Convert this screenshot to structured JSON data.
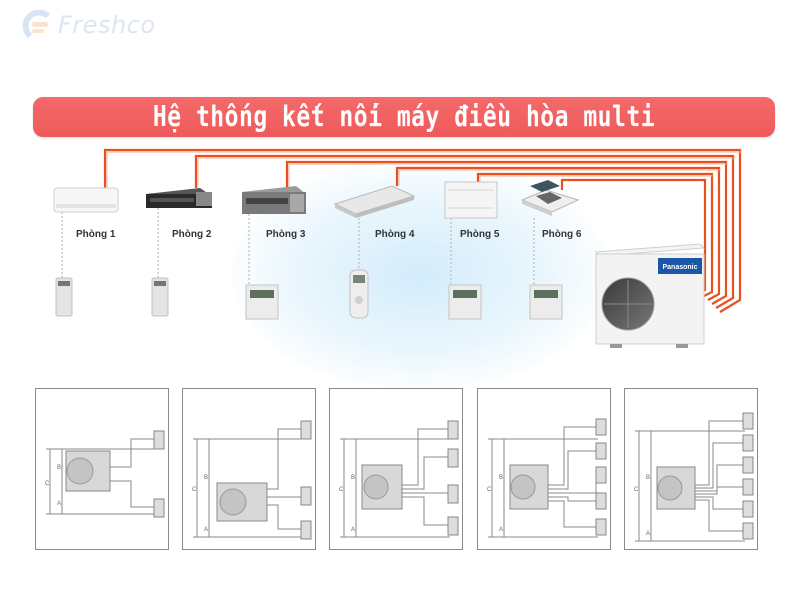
{
  "brand": {
    "name": "Freshco",
    "icon": "freshco-logo-icon"
  },
  "banner": {
    "title": "Hệ thống kết nối máy điều hòa multi",
    "color": "#ef5a5b"
  },
  "indoor_units": [
    {
      "label": "Phòng 1",
      "type": "wall-mounted",
      "controller": "wireless-remote"
    },
    {
      "label": "Phòng 2",
      "type": "ducted-slim",
      "controller": "wireless-remote"
    },
    {
      "label": "Phòng 3",
      "type": "ducted",
      "controller": "wired-controller"
    },
    {
      "label": "Phòng 4",
      "type": "ceiling-suspended",
      "controller": "wireless-remote"
    },
    {
      "label": "Phòng 5",
      "type": "floor-console",
      "controller": "wired-controller"
    },
    {
      "label": "Phòng 6",
      "type": "cassette",
      "controller": "wired-controller"
    }
  ],
  "outdoor_unit": {
    "brand_label": "Panasonic",
    "pipe_color": "#e8501f"
  },
  "layout_diagrams": [
    {
      "indoor_count": 2,
      "dimension_labels": [
        "A",
        "B",
        "C"
      ]
    },
    {
      "indoor_count": 3,
      "dimension_labels": [
        "A",
        "B",
        "C"
      ]
    },
    {
      "indoor_count": 4,
      "dimension_labels": [
        "A",
        "B",
        "C"
      ]
    },
    {
      "indoor_count": 5,
      "dimension_labels": [
        "A",
        "B",
        "C"
      ]
    },
    {
      "indoor_count": 6,
      "dimension_labels": [
        "A",
        "B",
        "C"
      ]
    }
  ]
}
